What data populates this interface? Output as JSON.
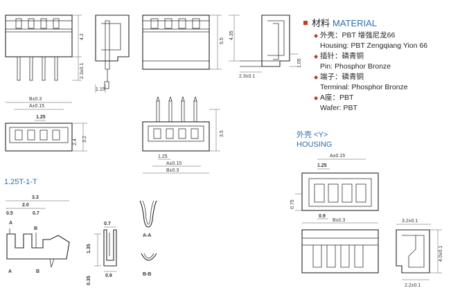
{
  "material": {
    "title_cn": "材料",
    "title_en": "MATERIAL",
    "bullet_color": "#c23b22",
    "accent_color": "#2a6fb0",
    "items": [
      {
        "cn": "外壳：PBT 增强尼龙66",
        "en": "Housing: PBT Zengqiang Yion 66"
      },
      {
        "cn": "插针：磷青铜",
        "en": "Pin: Phosphor Bronze"
      },
      {
        "cn": "端子：磷青铜",
        "en": "Terminal: Phosphor Bronze"
      },
      {
        "cn": "A座：PBT",
        "en": "Wafer: PBT"
      }
    ]
  },
  "housing_y": {
    "title_cn": "外壳 <Y>",
    "title_en": "HOUSING"
  },
  "terminal_label": "1.25T-1-T",
  "dims": {
    "d4_2": "4.2",
    "d2_3": "2.3±0.1",
    "d1_15": "1.15",
    "d5_5": "5.5",
    "d4_35": "4.35",
    "d1_05": "1.05",
    "d2_3b": "2.3±0.1",
    "b03": "B±0.3",
    "a015": "A±0.15",
    "d1_25": "1.25",
    "d2_4": "2.4",
    "d3_2": "3.2",
    "d3_5": "3.5",
    "d1_25b": "1.25",
    "a015b": "A±0.15",
    "b03b": "B±0.3",
    "t3_3": "3.3",
    "t2_0": "2.0",
    "t0_5": "0.5",
    "t0_7": "0.7",
    "tA1": "A",
    "tB1": "B",
    "tA2": "A",
    "tB2": "B",
    "c0_7": "0.7",
    "c1_35": "1.35",
    "c0_35": "0.35",
    "c0_9": "0.9",
    "aa": "A-A",
    "bb": "B-B",
    "h_a015": "A±0.15",
    "h_1_25": "1.25",
    "h_0_75": "0.75",
    "h_0_9": "0.9",
    "h_b03": "B±0.3",
    "h_3_2": "3.2±0.1",
    "h_4_0": "4.0±0.1",
    "h_2_2": "2.2±0.1"
  }
}
